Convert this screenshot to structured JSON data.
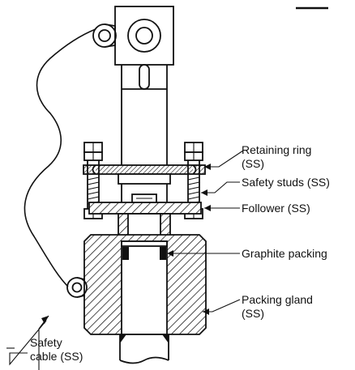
{
  "diagram": {
    "labels": {
      "retaining_ring": [
        "Retaining ring",
        "(SS)"
      ],
      "safety_studs": "Safety studs (SS)",
      "follower": "Follower (SS)",
      "graphite_packing": "Graphite packing",
      "packing_gland": [
        "Packing gland",
        "(SS)"
      ],
      "safety_cable": [
        "Safety",
        "cable (SS)"
      ]
    },
    "colors": {
      "line": "#111111",
      "background": "#ffffff"
    }
  }
}
